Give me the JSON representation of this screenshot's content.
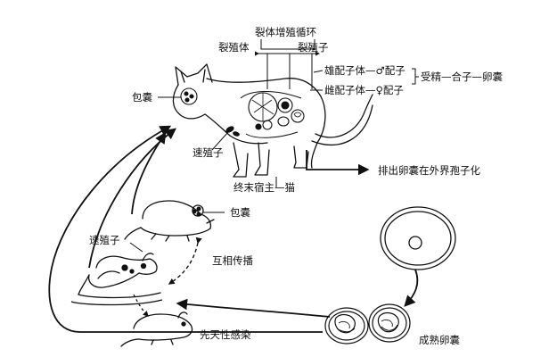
{
  "labels": {
    "schizogony_cycle": "裂体增殖循环",
    "schizont": "裂殖体",
    "merozoite": "裂殖子",
    "male_gamete_row": "雄配子体—♂配子",
    "female_gamete_row": "雌配子体—♀配子",
    "fertilization_row": "受精—合子—卵囊",
    "cyst_cat": "包囊",
    "tachyzoite_cat": "速殖子",
    "definitive_host": "终末宿主—猫",
    "oocyst_excreted": "排出卵囊在外界孢子化",
    "cyst_mouse": "包囊",
    "tachyzoite_mouse": "速殖子",
    "mutual_transmission": "互相传播",
    "congenital_infection": "先天性感染",
    "mature_oocyst": "成熟卵囊"
  },
  "colors": {
    "ink": "#111111",
    "background": "#ffffff"
  }
}
